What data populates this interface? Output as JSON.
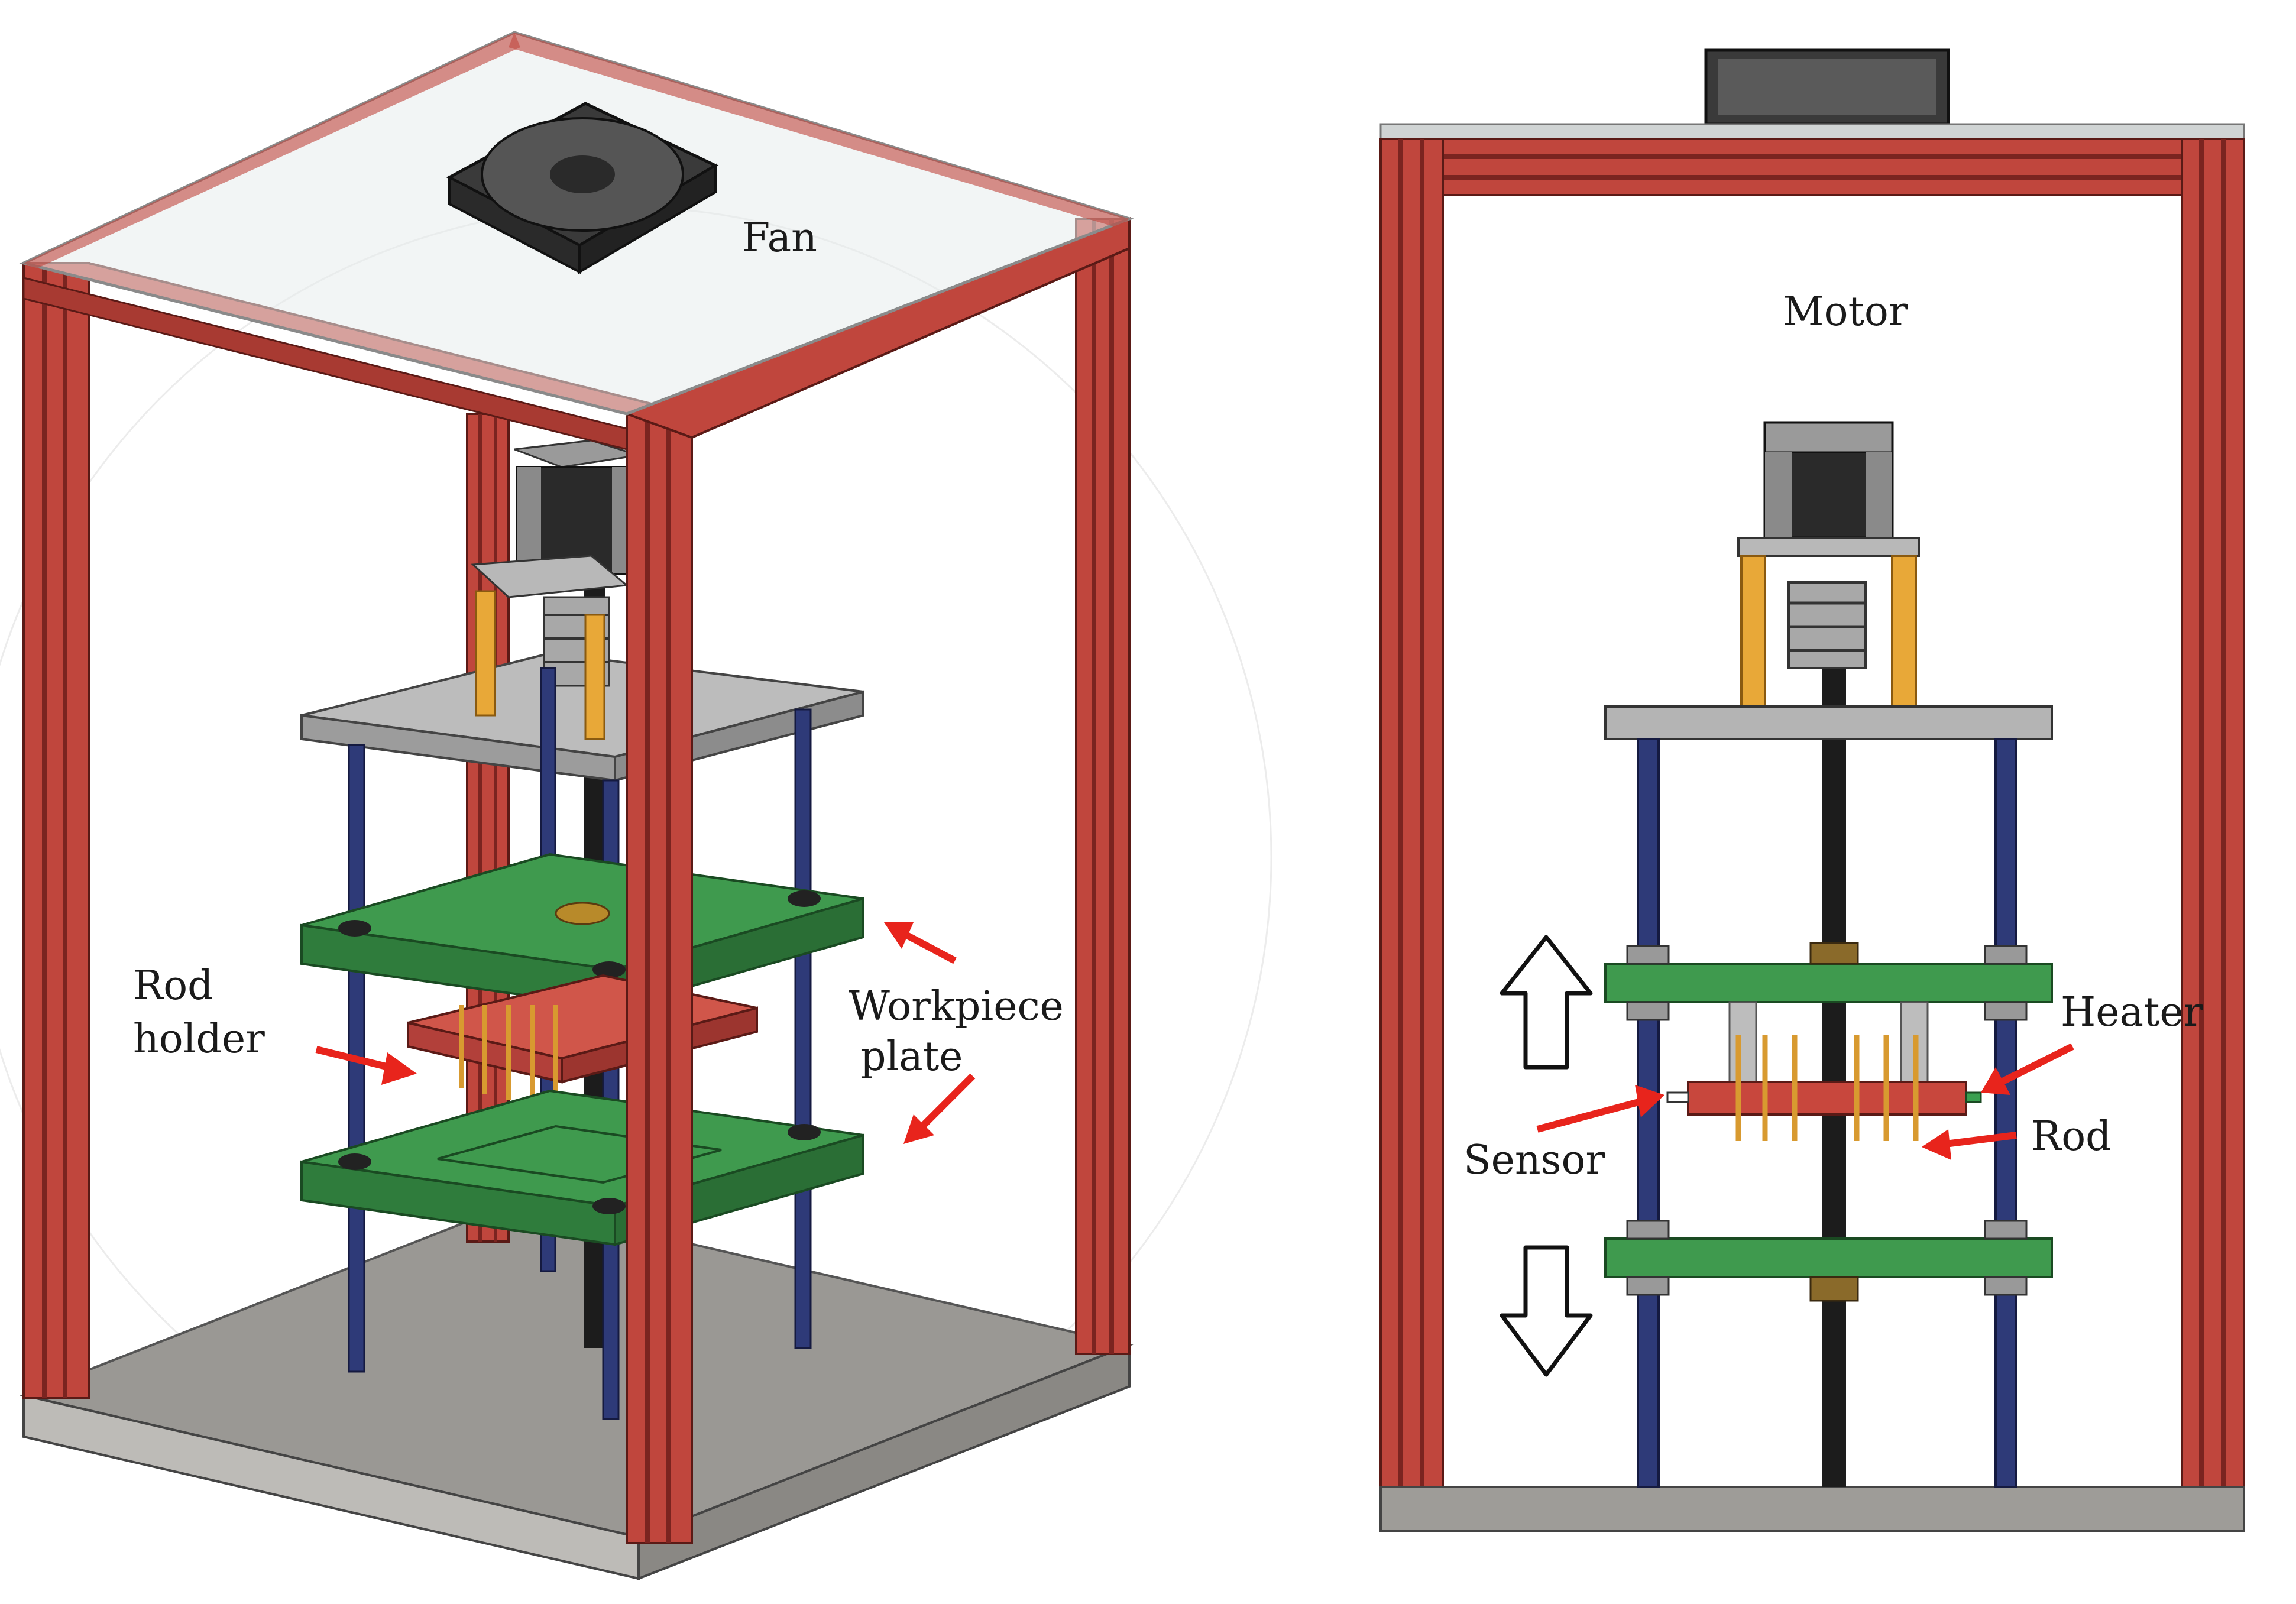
{
  "left_view": {
    "labels": {
      "fan": "Fan",
      "rod_holder_line1": "Rod",
      "rod_holder_line2": "holder",
      "workpiece_line1": "Workpiece",
      "workpiece_line2": "plate"
    }
  },
  "right_view": {
    "labels": {
      "motor": "Motor",
      "heater": "Heater",
      "sensor": "Sensor",
      "rod": "Rod"
    }
  },
  "colors": {
    "frame_red": "#c0463d",
    "frame_dark": "#7a2420",
    "plate_gray": "#b4b4b4",
    "base_gray": "#9e9c98",
    "plate_green": "#3c8c4a",
    "rod_blue": "#2e3a78",
    "standoff_yellow": "#e8a838",
    "arrow_red": "#e8241c",
    "glass": "#e8ecec"
  }
}
